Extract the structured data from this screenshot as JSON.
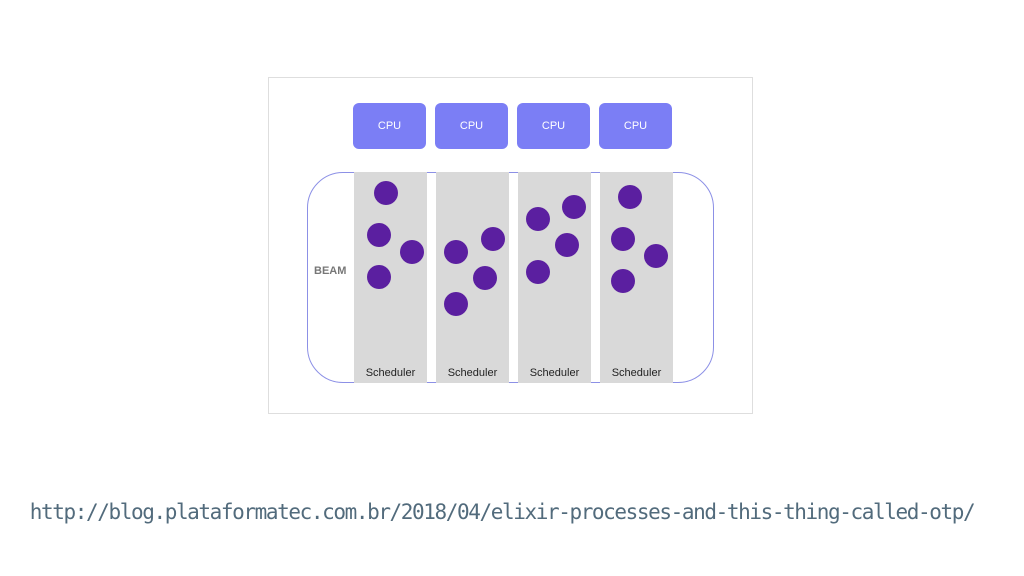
{
  "diagram": {
    "cpus": [
      {
        "label": "CPU"
      },
      {
        "label": "CPU"
      },
      {
        "label": "CPU"
      },
      {
        "label": "CPU"
      }
    ],
    "beam_label": "BEAM",
    "schedulers": [
      {
        "label": "Scheduler",
        "process_count": 4
      },
      {
        "label": "Scheduler",
        "process_count": 4
      },
      {
        "label": "Scheduler",
        "process_count": 4
      },
      {
        "label": "Scheduler",
        "process_count": 4
      }
    ],
    "colors": {
      "cpu_fill": "#7b7ef5",
      "process_fill": "#5b1fa0",
      "scheduler_fill": "#d9d9d9",
      "beam_border": "#8c90e6"
    }
  },
  "footer": {
    "url": "http://blog.plataformatec.com.br/2018/04/elixir-processes-and-this-thing-called-otp/"
  }
}
